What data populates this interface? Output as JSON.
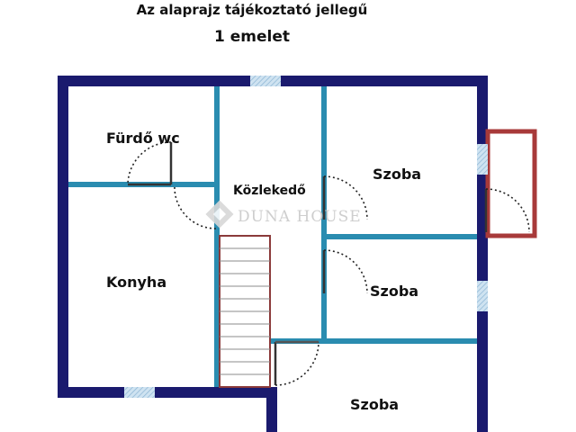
{
  "header": {
    "disclaimer": "Az alaprajz tájékoztató jellegű",
    "floor": "1 emelet"
  },
  "rooms": {
    "bathroom": "Fürdő wc",
    "corridor": "Közlekedő",
    "kitchen": "Konyha",
    "room_upper_right": "Szoba",
    "room_middle_right": "Szoba",
    "room_bottom": "Szoba"
  },
  "watermark": {
    "brand": "DUNA HOUSE"
  },
  "colors": {
    "outer_wall": "#1a1a6e",
    "inner_wall": "#2a8cb0",
    "balcony": "#a83a3a",
    "window": "#9fc6e0",
    "door_swing": "#222222",
    "stair": "#8b3a3a"
  }
}
